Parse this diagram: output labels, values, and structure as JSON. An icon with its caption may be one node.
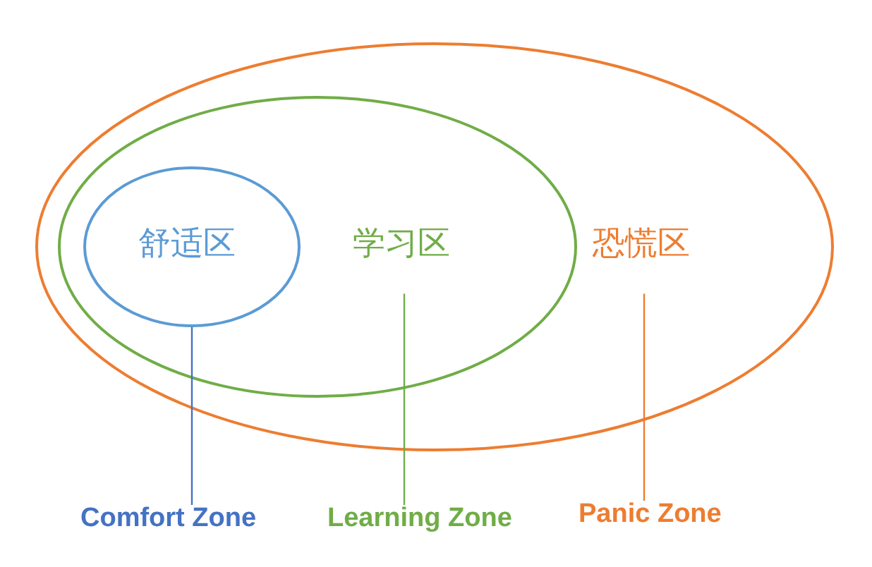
{
  "diagram": {
    "nodes": [
      {
        "text": [
          "恐慌区"
        ]
      },
      {
        "text": [
          "学习区"
        ],
        "in": 0
      },
      {
        "text": [
          "舒适区"
        ],
        "in": 1
      },
      {
        "text": [
          "Comfort Zone"
        ]
      },
      {
        "text": [
          "Learning Zone"
        ]
      },
      {
        "text": [
          "Panic Zone"
        ]
      }
    ],
    "edges": [
      {
        "from": 3,
        "to": 2,
        "arrow": "none",
        "color": "#4472c4"
      },
      {
        "from": 4,
        "to": 1,
        "arrow": "none",
        "color": "#70ad47"
      },
      {
        "from": 5,
        "to": 0,
        "arrow": "none",
        "color": "#ed7d31"
      }
    ]
  }
}
